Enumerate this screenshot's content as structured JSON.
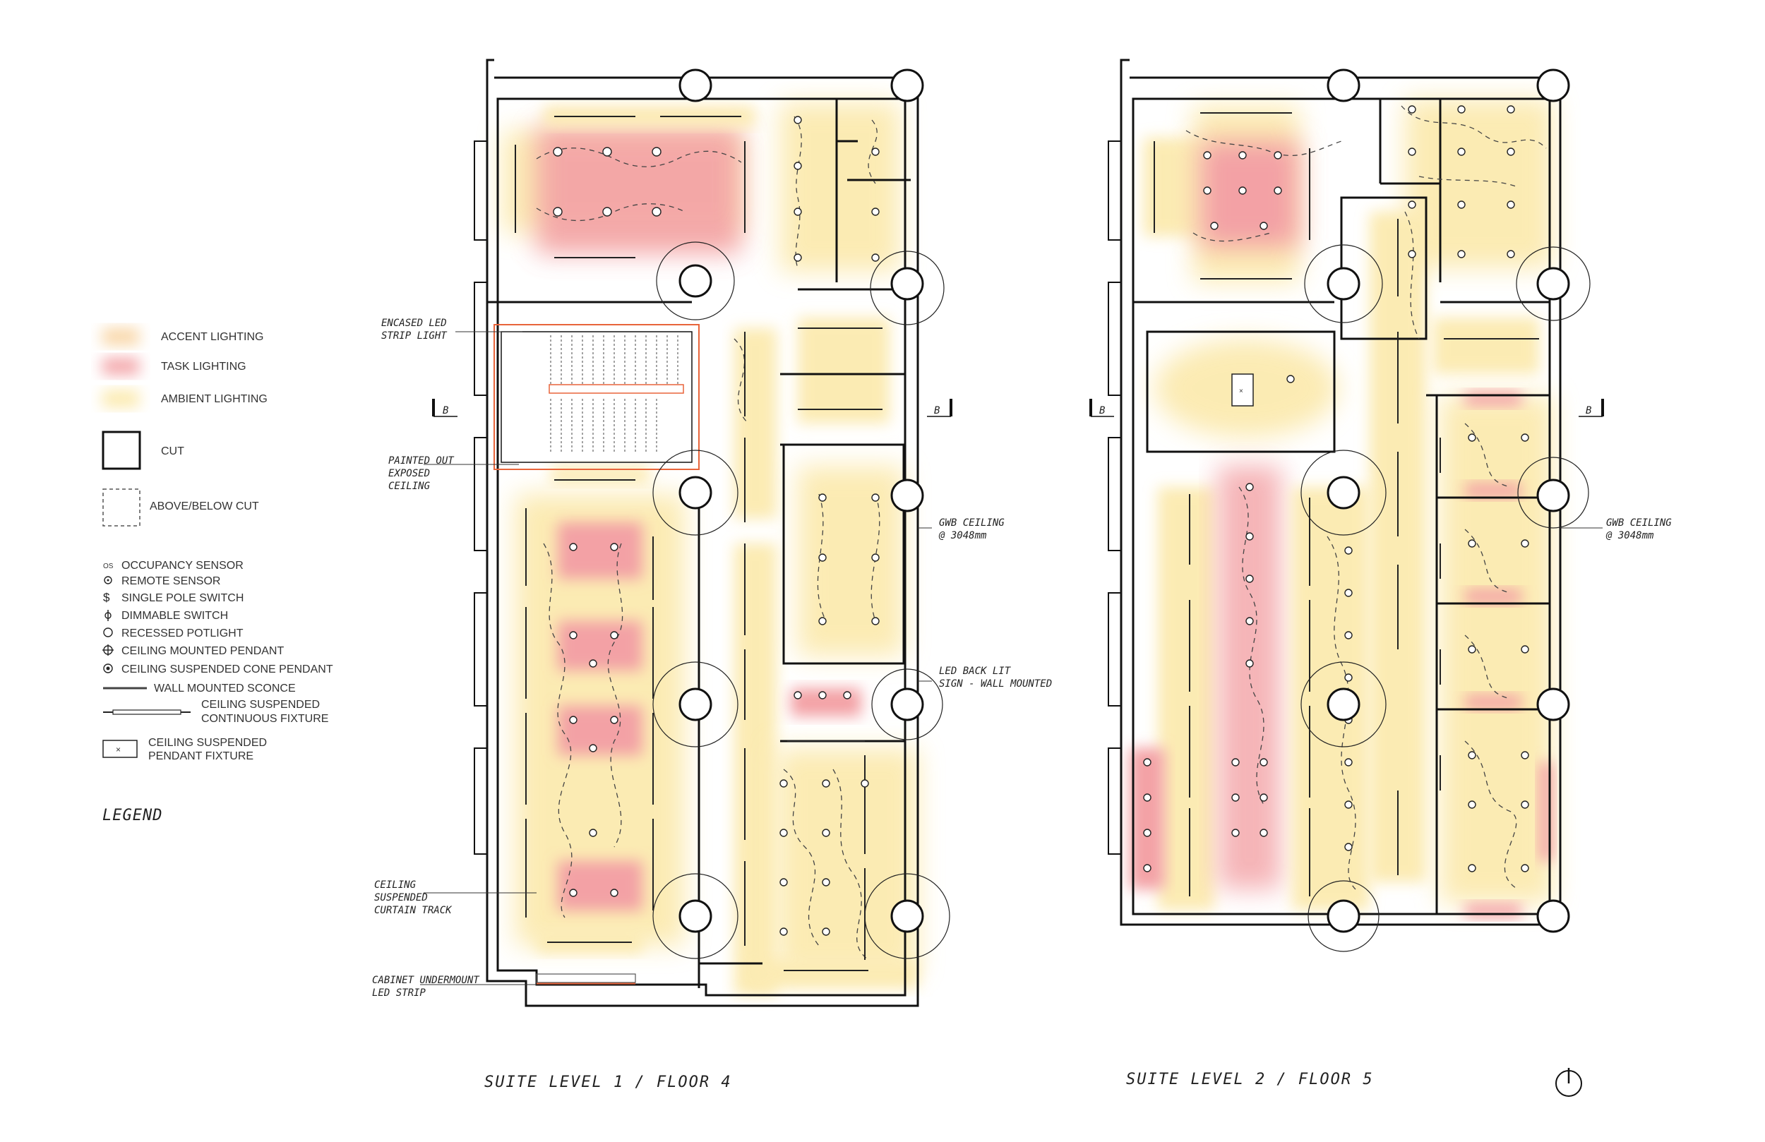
{
  "legend": {
    "title": "LEGEND",
    "lighting": [
      {
        "label": "ACCENT LIGHTING",
        "color": "#f7c98a"
      },
      {
        "label": "TASK LIGHTING",
        "color": "#f08a8f"
      },
      {
        "label": "AMBIENT LIGHTING",
        "color": "#fbe6a0"
      }
    ],
    "cut_label": "CUT",
    "above_below_label": "ABOVE/BELOW CUT",
    "symbols": [
      "OCCUPANCY SENSOR",
      "REMOTE SENSOR",
      "SINGLE POLE SWITCH",
      "DIMMABLE SWITCH",
      "RECESSED POTLIGHT",
      "CEILING MOUNTED PENDANT",
      "CEILING SUSPENDED CONE PENDANT",
      "WALL MOUNTED SCONCE"
    ],
    "continuous": [
      "CEILING SUSPENDED",
      "CONTINUOUS FIXTURE"
    ],
    "pendant": [
      "CEILING SUSPENDED",
      "PENDANT FIXTURE"
    ],
    "os_glyph": "OS"
  },
  "notes": {
    "encased": [
      "ENCASED LED",
      "STRIP LIGHT"
    ],
    "painted": [
      "PAINTED OUT",
      "EXPOSED",
      "CEILING"
    ],
    "curtain": [
      "CEILING",
      "SUSPENDED",
      "CURTAIN TRACK"
    ],
    "cabinet": [
      "CABINET UNDERMOUNT",
      "LED STRIP"
    ],
    "gwb_left": [
      "GWB CEILING",
      "@ 3048mm"
    ],
    "led_sign": [
      "LED BACK LIT",
      "SIGN - WALL MOUNTED"
    ],
    "gwb_right": [
      "GWB CEILING",
      "@ 3048mm"
    ]
  },
  "section_marker": "B",
  "plans": {
    "left_title": "SUITE LEVEL 1 / FLOOR 4",
    "right_title": "SUITE LEVEL 2 / FLOOR 5"
  },
  "colors": {
    "accent": "#f7c98a",
    "task": "#f08a8f",
    "ambient": "#fbe6a0",
    "strip": "#e8643a"
  }
}
